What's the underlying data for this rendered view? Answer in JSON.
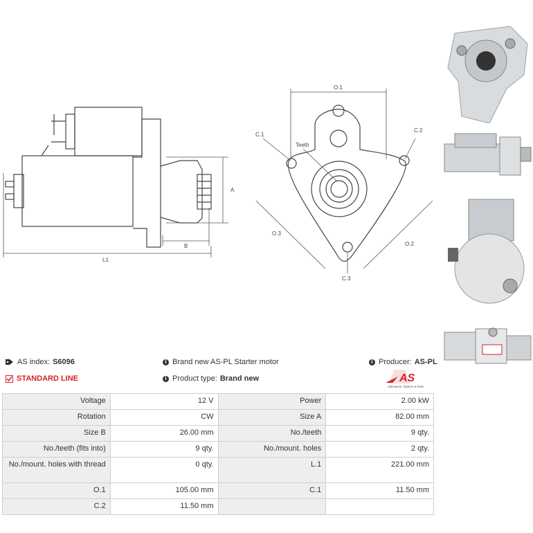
{
  "drawing_labels": {
    "a": "A",
    "b": "B",
    "l1": "L1",
    "o1": "O.1",
    "o2": "O.2",
    "o3": "O.3",
    "c1": "C.1",
    "c2": "C.2",
    "c3": "C.3",
    "teeth": "Teeth"
  },
  "info": {
    "as_index_label": "AS index:",
    "as_index_value": "S6096",
    "line": "STANDARD LINE",
    "description": "Brand new AS-PL Starter motor",
    "product_type_label": "Product type:",
    "product_type_value": "Brand new",
    "producer_label": "Producer:",
    "producer_value": "AS-PL"
  },
  "logo": {
    "text": "AS",
    "tagline": "Alternators, Starters & Parts",
    "brand_color": "#d2232a"
  },
  "specs": [
    {
      "k1": "Voltage",
      "v1": "12 V",
      "k2": "Power",
      "v2": "2.00 kW"
    },
    {
      "k1": "Rotation",
      "v1": "CW",
      "k2": "Size A",
      "v2": "82.00 mm"
    },
    {
      "k1": "Size B",
      "v1": "26.00 mm",
      "k2": "No./teeth",
      "v2": "9 qty."
    },
    {
      "k1": "No./teeth (fits into)",
      "v1": "9 qty.",
      "k2": "No./mount. holes",
      "v2": "2 qty."
    },
    {
      "k1": "No./mount. holes with thread",
      "v1": "0 qty.",
      "k2": "L.1",
      "v2": "221.00 mm"
    },
    {
      "k1": "O.1",
      "v1": "105.00 mm",
      "k2": "C.1",
      "v2": "11.50 mm"
    },
    {
      "k1": "C.2",
      "v1": "11.50 mm",
      "k2": "",
      "v2": ""
    }
  ]
}
